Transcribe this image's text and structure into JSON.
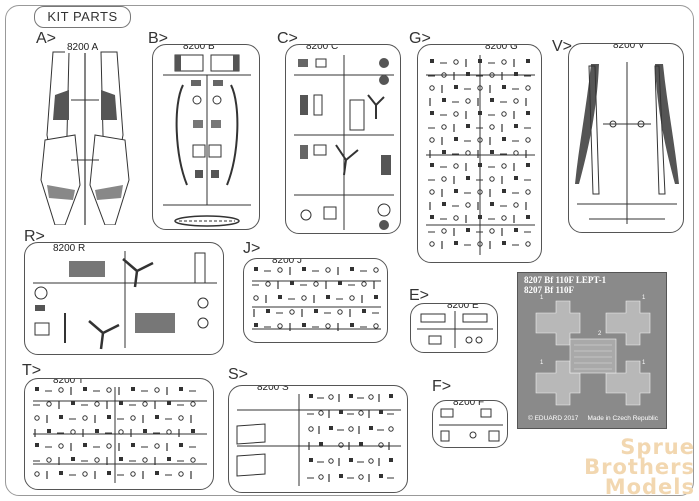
{
  "title": "KIT PARTS",
  "letters": {
    "A": "A>",
    "B": "B>",
    "C": "C>",
    "G": "G>",
    "V": "V>",
    "R": "R>",
    "J": "J>",
    "E": "E>",
    "T": "T>",
    "S": "S>",
    "F": "F>"
  },
  "labels": {
    "A": "8200 A",
    "B": "8200 B",
    "C": "8200 C",
    "G": "8200 G",
    "V": "8200 V",
    "R": "8200 R",
    "J": "8200 J",
    "E": "8200 E",
    "T": "8200 T",
    "S": "8200 S",
    "F": "8200 F"
  },
  "photo_etch": {
    "line1": "8207   Bf 110F LEPT-1",
    "line2": "8207   Bf 110F",
    "copyright": "© EDUARD 2017",
    "made_in": "Made in Czech Republic",
    "marks": [
      "1",
      "1",
      "1",
      "1",
      "2"
    ]
  },
  "watermark": [
    "Sprue",
    "Brothers",
    "Models"
  ],
  "colors": {
    "outline": "#555555",
    "photo_etch": "#8a8a8a",
    "watermark": "#f2d7b0"
  }
}
